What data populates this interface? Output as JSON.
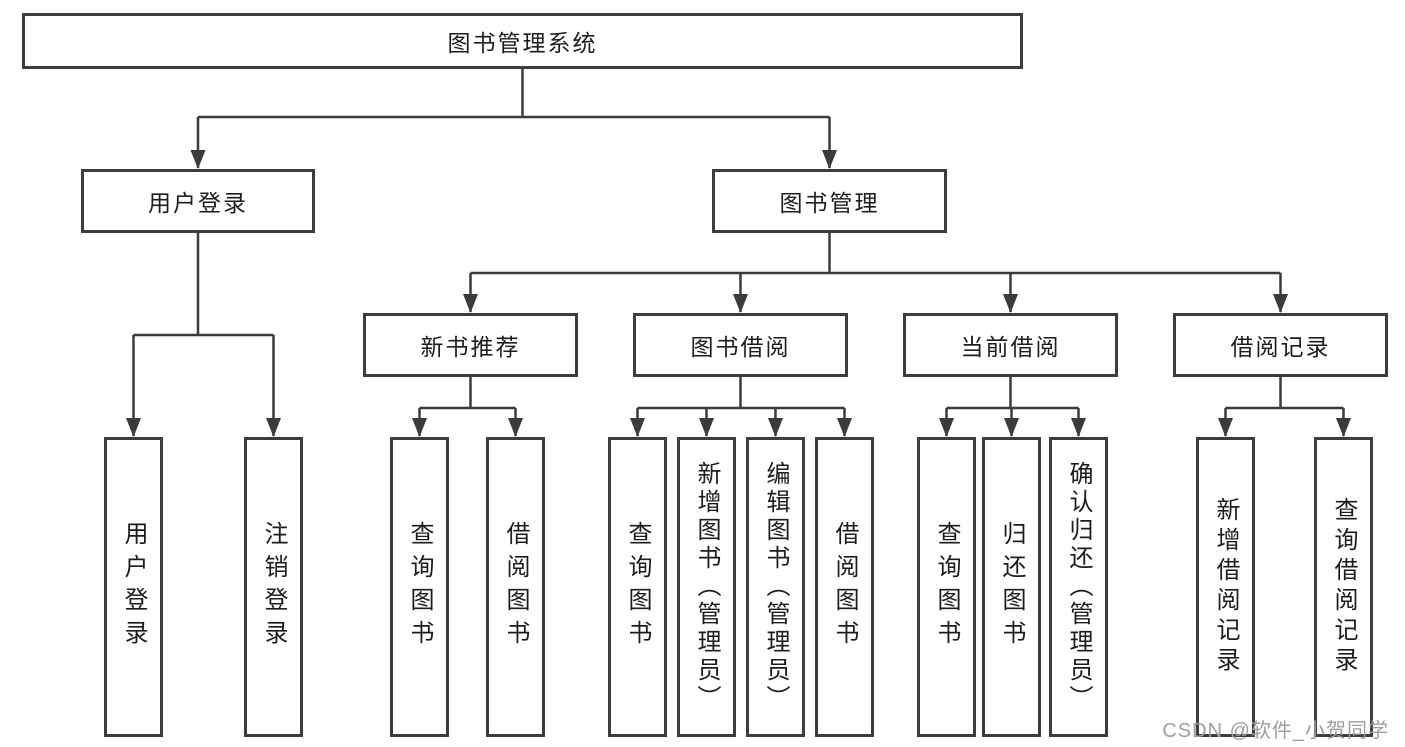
{
  "diagram": {
    "root": {
      "label": "图书管理系统"
    },
    "level2": [
      {
        "label": "用户登录"
      },
      {
        "label": "图书管理"
      }
    ],
    "level3": [
      {
        "label": "新书推荐"
      },
      {
        "label": "图书借阅"
      },
      {
        "label": "当前借阅"
      },
      {
        "label": "借阅记录"
      }
    ],
    "leaves": [
      {
        "label": "用户登录"
      },
      {
        "label": "注销登录"
      },
      {
        "label": "查询图书"
      },
      {
        "label": "借阅图书"
      },
      {
        "label": "查询图书"
      },
      {
        "label": "新增图书（管理员）"
      },
      {
        "label": "编辑图书（管理员）"
      },
      {
        "label": "借阅图书"
      },
      {
        "label": "查询图书"
      },
      {
        "label": "归还图书"
      },
      {
        "label": "确认归还（管理员）"
      },
      {
        "label": "新增借阅记录"
      },
      {
        "label": "查询借阅记录"
      }
    ]
  },
  "watermark": {
    "text": "CSDN @软件_小贺同学"
  },
  "colors": {
    "line": "#3b3b3b",
    "border": "#3d3d3d",
    "text": "#1d1d1f",
    "watermark": "#9e9e9e",
    "background": "#ffffff"
  }
}
